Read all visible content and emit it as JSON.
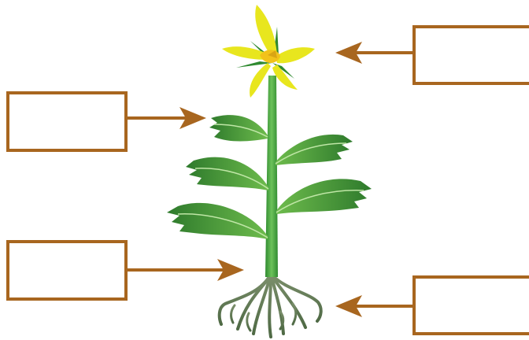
{
  "diagram": {
    "subject": "plant",
    "parts": [
      "flower",
      "leaf",
      "stem",
      "roots"
    ],
    "labels": {
      "flower": "",
      "leaf": "",
      "stem": "",
      "roots": ""
    }
  },
  "colors": {
    "box_stroke": "#a8661f",
    "arrow": "#a8661f",
    "stem": "#3f9a3a",
    "leaf_dark": "#2f7d2e",
    "leaf_light": "#69b84a",
    "petal": "#e8e61e",
    "flower_center": "#f2c21a"
  }
}
